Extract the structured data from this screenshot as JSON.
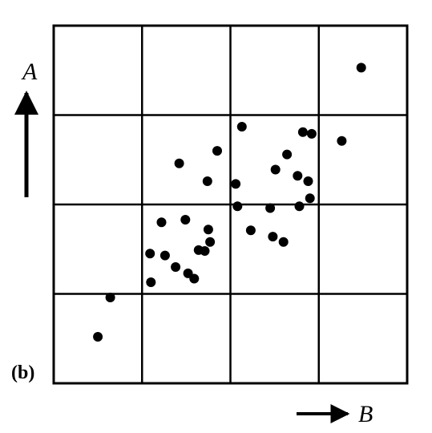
{
  "chart_data": {
    "type": "scatter",
    "panel_label": "(b)",
    "xlabel": "B",
    "ylabel": "A",
    "xlim": [
      0,
      4
    ],
    "ylim": [
      0,
      4
    ],
    "grid": true,
    "tick_labels": false,
    "points": [
      {
        "x": 3.48,
        "y": 3.53
      },
      {
        "x": 1.42,
        "y": 2.46
      },
      {
        "x": 1.85,
        "y": 2.6
      },
      {
        "x": 2.13,
        "y": 2.87
      },
      {
        "x": 2.64,
        "y": 2.56
      },
      {
        "x": 2.82,
        "y": 2.81
      },
      {
        "x": 2.92,
        "y": 2.79
      },
      {
        "x": 3.26,
        "y": 2.71
      },
      {
        "x": 1.74,
        "y": 2.26
      },
      {
        "x": 2.06,
        "y": 2.23
      },
      {
        "x": 2.51,
        "y": 2.39
      },
      {
        "x": 2.76,
        "y": 2.32
      },
      {
        "x": 2.88,
        "y": 2.26
      },
      {
        "x": 2.9,
        "y": 2.07
      },
      {
        "x": 2.08,
        "y": 1.98
      },
      {
        "x": 2.45,
        "y": 1.96
      },
      {
        "x": 2.78,
        "y": 1.98
      },
      {
        "x": 1.22,
        "y": 1.8
      },
      {
        "x": 1.49,
        "y": 1.83
      },
      {
        "x": 1.75,
        "y": 1.72
      },
      {
        "x": 1.77,
        "y": 1.58
      },
      {
        "x": 2.23,
        "y": 1.71
      },
      {
        "x": 2.48,
        "y": 1.64
      },
      {
        "x": 2.6,
        "y": 1.58
      },
      {
        "x": 1.09,
        "y": 1.45
      },
      {
        "x": 1.26,
        "y": 1.43
      },
      {
        "x": 1.38,
        "y": 1.3
      },
      {
        "x": 1.64,
        "y": 1.49
      },
      {
        "x": 1.71,
        "y": 1.48
      },
      {
        "x": 1.52,
        "y": 1.23
      },
      {
        "x": 1.1,
        "y": 1.13
      },
      {
        "x": 1.59,
        "y": 1.17
      },
      {
        "x": 0.64,
        "y": 0.96
      },
      {
        "x": 0.5,
        "y": 0.52
      }
    ]
  }
}
